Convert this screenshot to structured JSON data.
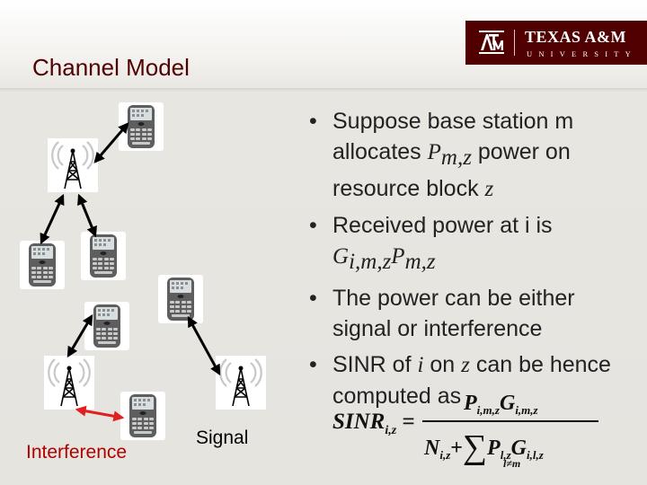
{
  "header": {
    "logo": {
      "name": "TEXAS A&M",
      "sub": "UNIVERSITY"
    },
    "title": "Channel Model"
  },
  "bullets": [
    {
      "text_a": "Suppose base station m allocates ",
      "math": "P",
      "sub": "m,z",
      "text_b": " power on resource block ",
      "math2": "z"
    },
    {
      "text_a": "Received power at i is ",
      "math": "G",
      "sub": "i,m,z",
      "math2": "P",
      "sub2": "m,z"
    },
    {
      "text": "The power can be either signal or interference"
    },
    {
      "text_a": "SINR of ",
      "math": "i",
      "text_b": " on ",
      "math2": "z",
      "text_c": " can be hence computed as"
    }
  ],
  "diagram": {
    "label_interference": "Interference",
    "label_signal": "Signal",
    "colors": {
      "signal_arrow": "#000000",
      "interference_arrow": "#e02020",
      "accent": "#500000"
    }
  },
  "formula": {
    "lhs": "SINR",
    "lhs_sub": "i,z",
    "eq": "=",
    "num_p": "P",
    "num_p_sub": "i,m,z",
    "num_g": "G",
    "num_g_sub": "i,m,z",
    "den_n": "N",
    "den_n_sub": "i,z",
    "den_plus": "+",
    "den_sigma": "∑",
    "den_p": "P",
    "den_p_sub": "l,z",
    "den_g": "G",
    "den_g_sub": "i,l,z",
    "sum_cond": "l≠m"
  }
}
